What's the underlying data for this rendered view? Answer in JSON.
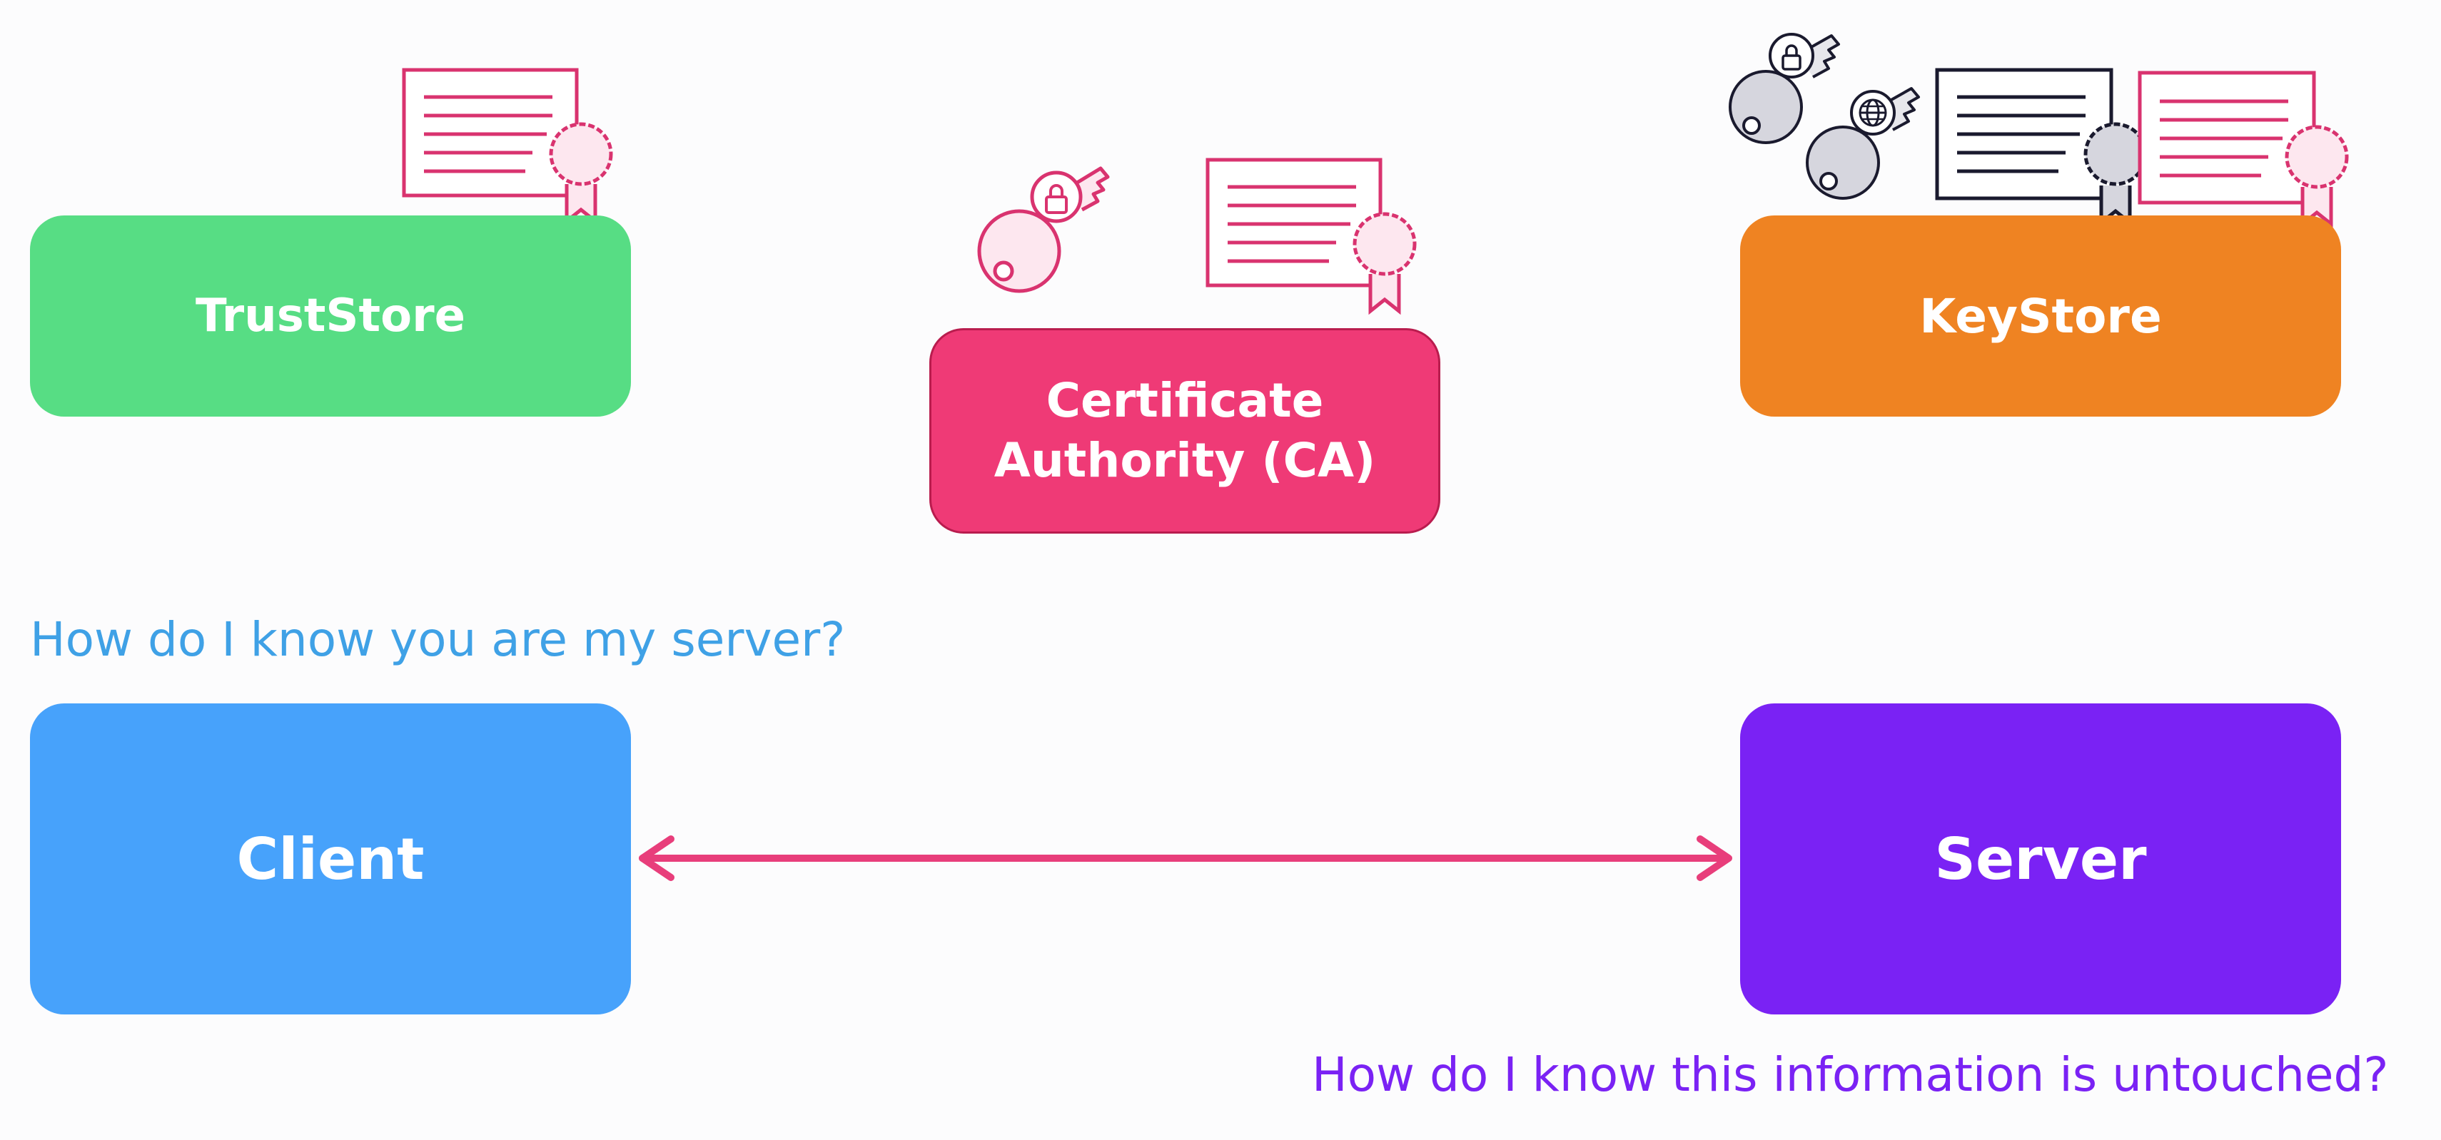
{
  "colors": {
    "truststore": "#57dd84",
    "ca": "#ef3a76",
    "keystore": "#ef8322",
    "client": "#47a2fb",
    "server": "#7a22f4",
    "client_question": "#3fa1e6",
    "server_question": "#7a22f4",
    "arrow": "#e83e7b",
    "pink_icon": "#d9336f",
    "dark_icon": "#1a1a2e"
  },
  "boxes": {
    "truststore": "TrustStore",
    "ca_line1": "Certificate",
    "ca_line2": "Authority (CA)",
    "keystore": "KeyStore",
    "client": "Client",
    "server": "Server"
  },
  "questions": {
    "client": "How do I know you are my server?",
    "server": "How do I know this information is untouched?"
  },
  "icons": {
    "truststore_certificate": "certificate-icon",
    "ca_private_key": "lock-key-icon",
    "ca_certificate": "certificate-icon",
    "keystore_private_key": "lock-key-icon",
    "keystore_public_key": "globe-key-icon",
    "keystore_server_certificate": "certificate-icon",
    "keystore_ca_certificate": "certificate-icon",
    "connection_arrow": "double-arrow-icon"
  }
}
